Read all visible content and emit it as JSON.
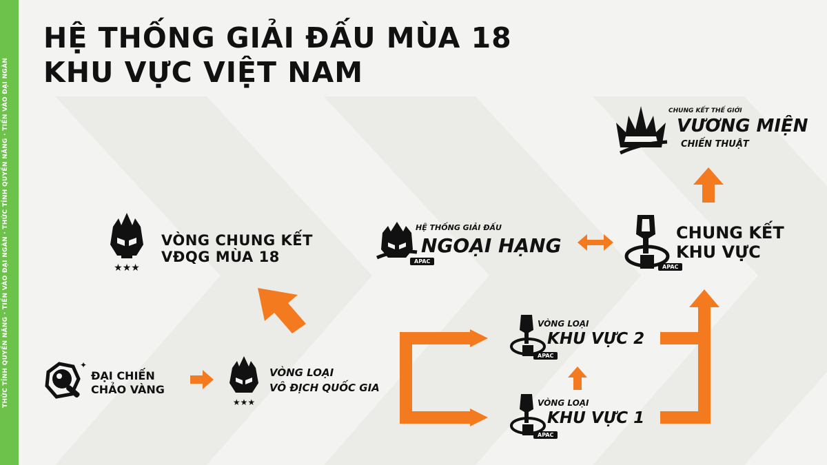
{
  "side_text": "THỨC TỈNH QUYỀN NĂNG · TIẾN VÀO ĐẠI NGÀN · THỨC TỈNH QUYỀN NĂNG · TIẾN VÀO ĐẠI NGÀN",
  "title": {
    "line1": "HỆ THỐNG GIẢI ĐẤU MÙA 18",
    "line2": "KHU VỰC VIỆT NAM"
  },
  "nodes": {
    "world": {
      "top": "CHUNG KẾT THẾ GIỚI",
      "main": "VƯƠNG MIỆN",
      "sub": "CHIẾN THUẬT"
    },
    "regional_final": {
      "line1": "CHUNG KẾT",
      "line2": "KHU VỰC",
      "badge": "APAC"
    },
    "premier": {
      "top": "HỆ THỐNG GIẢI ĐẤU",
      "main": "NGOẠI HẠNG",
      "badge": "APAC"
    },
    "national_final": {
      "line1": "VÒNG CHUNG KẾT",
      "line2": "VĐQG MÙA 18"
    },
    "regional_q2": {
      "top": "VÒNG LOẠI",
      "main": "KHU VỰC 2",
      "badge": "APAC"
    },
    "regional_q1": {
      "top": "VÒNG LOẠI",
      "main": "KHU VỰC 1",
      "badge": "APAC"
    },
    "golden_pan": {
      "line1": "ĐẠI CHIẾN",
      "line2": "CHẢO VÀNG"
    },
    "national_q": {
      "line1": "VÒNG LOẠI",
      "line2": "VÔ ĐỊCH QUỐC GIA"
    }
  },
  "colors": {
    "accent": "#f47a20",
    "side": "#6cc24a",
    "ink": "#111111",
    "background": "#f3f3f1"
  }
}
